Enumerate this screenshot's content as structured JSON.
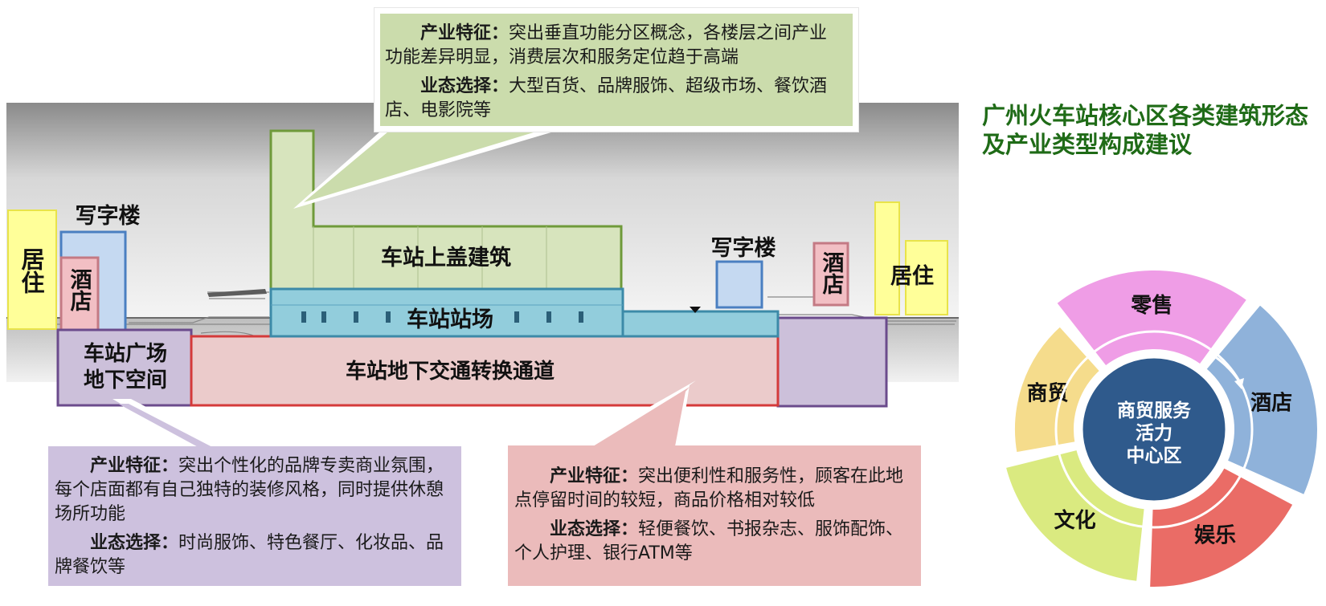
{
  "title": "广州火车站核心区各类建筑形态及产业类型构成建议",
  "section": {
    "labels": {
      "residential_left": "居住",
      "office_left": "写字楼",
      "hotel_left": "酒店",
      "tower": "车站上盖建筑",
      "station_yard": "车站站场",
      "office_right": "写字楼",
      "hotel_right": "酒店",
      "residential_right": "居住",
      "plaza_underground": "车站广场\n地下空间",
      "underground_channel": "车站地下交通转换通道"
    }
  },
  "callouts": {
    "top": {
      "feature_label": "产业特征：",
      "feature_text": "突出垂直功能分区概念，各楼层之间产业功能差异明显，消费层次和服务定位趋于高端",
      "format_label": "业态选择：",
      "format_text": "大型百货、品牌服饰、超级市场、餐饮酒店、电影院等"
    },
    "bottom_left": {
      "feature_label": "产业特征：",
      "feature_text": "突出个性化的品牌专卖商业氛围，每个店面都有自己独特的装修风格，同时提供休憩场所功能",
      "format_label": "业态选择：",
      "format_text": "时尚服饰、特色餐厅、化妆品、品牌餐饮等"
    },
    "bottom_right": {
      "feature_label": "产业特征：",
      "feature_text": "突出便利性和服务性，顾客在此地点停留时间的较短，商品价格相对较低",
      "format_label": "业态选择：",
      "format_text": "轻便餐饮、书报杂志、服饰配饰、个人护理、银行ATM等"
    }
  },
  "wheel": {
    "center_lines": [
      "商贸服务",
      "活力",
      "中心区"
    ],
    "segments": [
      {
        "label": "零售",
        "color": "#ef9de6"
      },
      {
        "label": "酒店",
        "color": "#8fb2da"
      },
      {
        "label": "娱乐",
        "color": "#ea6c66"
      },
      {
        "label": "文化",
        "color": "#daea80"
      },
      {
        "label": "商贸",
        "color": "#f5dc8c"
      }
    ],
    "center_color": "#2f5a8c"
  },
  "colors": {
    "title": "#1f6b17",
    "residential": "#ffff99",
    "office": "#c5d9f1",
    "hotel": "#f2bfc4",
    "tower": "#d7e4bd",
    "station": "#92cddc",
    "underground": "#ebcbcb",
    "plaza": "#ccc0da"
  }
}
